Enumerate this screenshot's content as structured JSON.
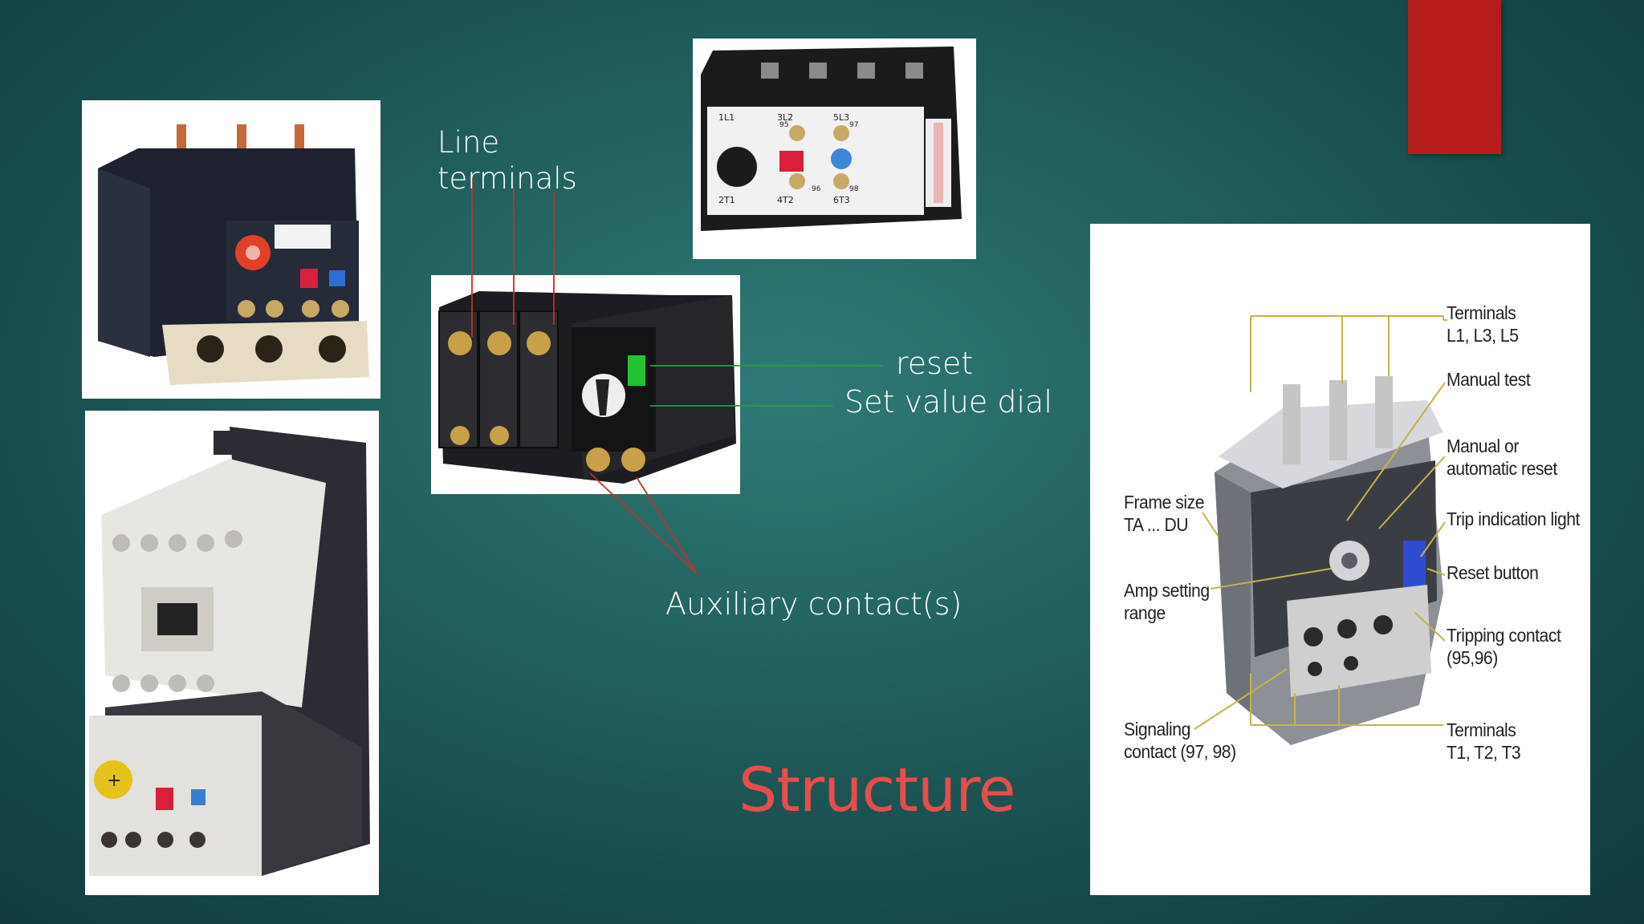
{
  "slide": {
    "title": "Structure",
    "accent_color": "#b71c1c",
    "title_color": "#e84c4b",
    "background_color": "#1f5c5a"
  },
  "photo_labels": {
    "line_terminals": [
      "Line",
      "terminals"
    ],
    "reset": "reset",
    "set_value_dial": "Set value dial",
    "auxiliary_contacts": "Auxiliary contact(s)"
  },
  "top_relay_markings": {
    "top": [
      "1L1",
      "3L2",
      "5L3"
    ],
    "bottom": [
      "2T1",
      "4T2",
      "6T3"
    ],
    "contacts": [
      "95",
      "97",
      "96",
      "98"
    ]
  },
  "diagram": {
    "terminals_top": [
      "Terminals",
      "L1, L3, L5"
    ],
    "manual_test": "Manual test",
    "manual_reset": [
      "Manual or",
      "automatic reset"
    ],
    "trip_light": "Trip indication light",
    "reset_button": "Reset button",
    "tripping_contact": [
      "Tripping contact",
      "(95,96)"
    ],
    "terminals_bottom": [
      "Terminals",
      "T1, T2, T3"
    ],
    "frame_size": [
      "Frame size",
      "TA ... DU"
    ],
    "amp_setting": [
      "Amp setting",
      "range"
    ],
    "signaling_contact": [
      "Signaling",
      "contact (97, 98)"
    ]
  },
  "icons": [
    "overload-relay-photo",
    "contactor-photo",
    "annotated-relay-diagram"
  ]
}
